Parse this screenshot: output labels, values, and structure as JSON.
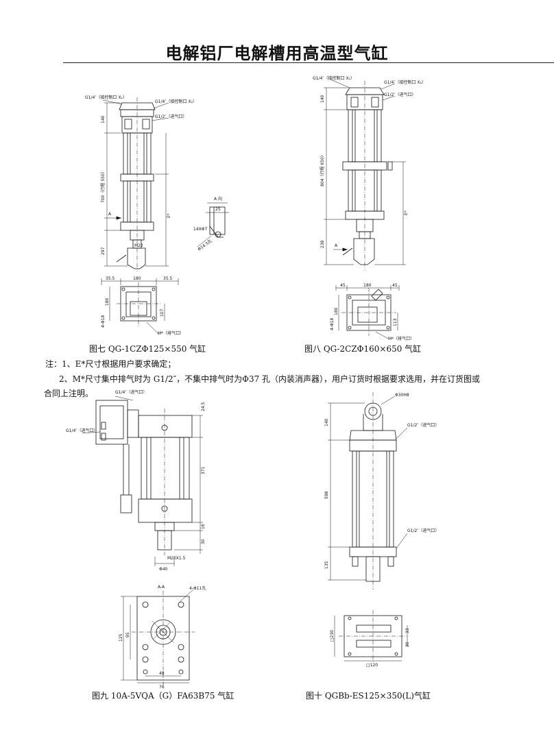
{
  "title": "电解铝厂电解槽用高温型气缸",
  "captions": {
    "fig7": "图七  QG-1CZΦ125×550 气缸",
    "fig8": "图八  QG-2CZΦ160×650 气缸",
    "fig9": "图九   10A-5VQA（G）FA63B75 气缸",
    "fig10": "图十  QGBb-ES125×350(L)气缸"
  },
  "notes": {
    "line1": "注：1、E*尺寸根据用户要求确定；",
    "line2": "2、M*尺寸集中排气时为 G1/2″，不集中排气时为Φ37 孔（内装消声器），用户订货时根据要求选用，并在订货图或",
    "line3": "合同上注明。"
  },
  "fig7": {
    "port_top": "G1/4″（接控制口 X₁）",
    "port_mid": "G1/4″（接控制口 X₂）",
    "port_in": "G1/2″（进气口）",
    "dim_140": "140",
    "dim_stroke": "700（行程 550）",
    "dim_297": "297",
    "dim_e": "E*",
    "dim_a": "A",
    "dim_m22": "M22",
    "dim_w1": "35.5",
    "dim_w2": "180",
    "dim_w3": "35.5",
    "dim_h1": "180",
    "dim_h2": "107",
    "dim_hole": "4-Φ18",
    "dim_exhaust": "M*（排气口）",
    "detail_title": "A 向",
    "detail_25": "25",
    "detail_angle": "14XΦ7",
    "detail_d": "Φ14.5孔"
  },
  "fig8": {
    "port_top": "G1/4″（接控制口 X₁）",
    "port_mid": "G1/4″（接控制口 X₂）",
    "port_in": "G1/2″（进气口）",
    "dim_140": "140",
    "dim_stroke": "804（行程 650）",
    "dim_238": "238",
    "dim_e": "E*",
    "dim_a": "A",
    "dim_w1": "45",
    "dim_w2": "180",
    "dim_w3": "45",
    "dim_h1": "180",
    "dim_h2": "113",
    "dim_hole": "4-Φ18",
    "dim_exhaust": "M*（排气口）"
  },
  "fig9": {
    "port_top": "G1/4″（进气口）",
    "port_side": "G1/4″（进气口）",
    "dim_top": "24.5",
    "dim_371": "371",
    "dim_16": "16",
    "dim_30": "30",
    "dim_thread": "M20X1.5",
    "dim_bore": "Φ40",
    "section_label": "A-A",
    "dim_holes": "4-Φ11孔",
    "dim_125": "125",
    "dim_95": "95",
    "dim_48": "48",
    "dim_76": "76"
  },
  "fig10": {
    "dim_pin": "Φ30H8",
    "port_top": "G1/2″（进气口）",
    "port_bottom": "G1/2″（进气口）",
    "dim_140": "140",
    "dim_598": "598",
    "dim_135": "135",
    "dim_side": "□230",
    "dim_33": "33",
    "dim_30": "30",
    "dim_bottom": "□120"
  }
}
